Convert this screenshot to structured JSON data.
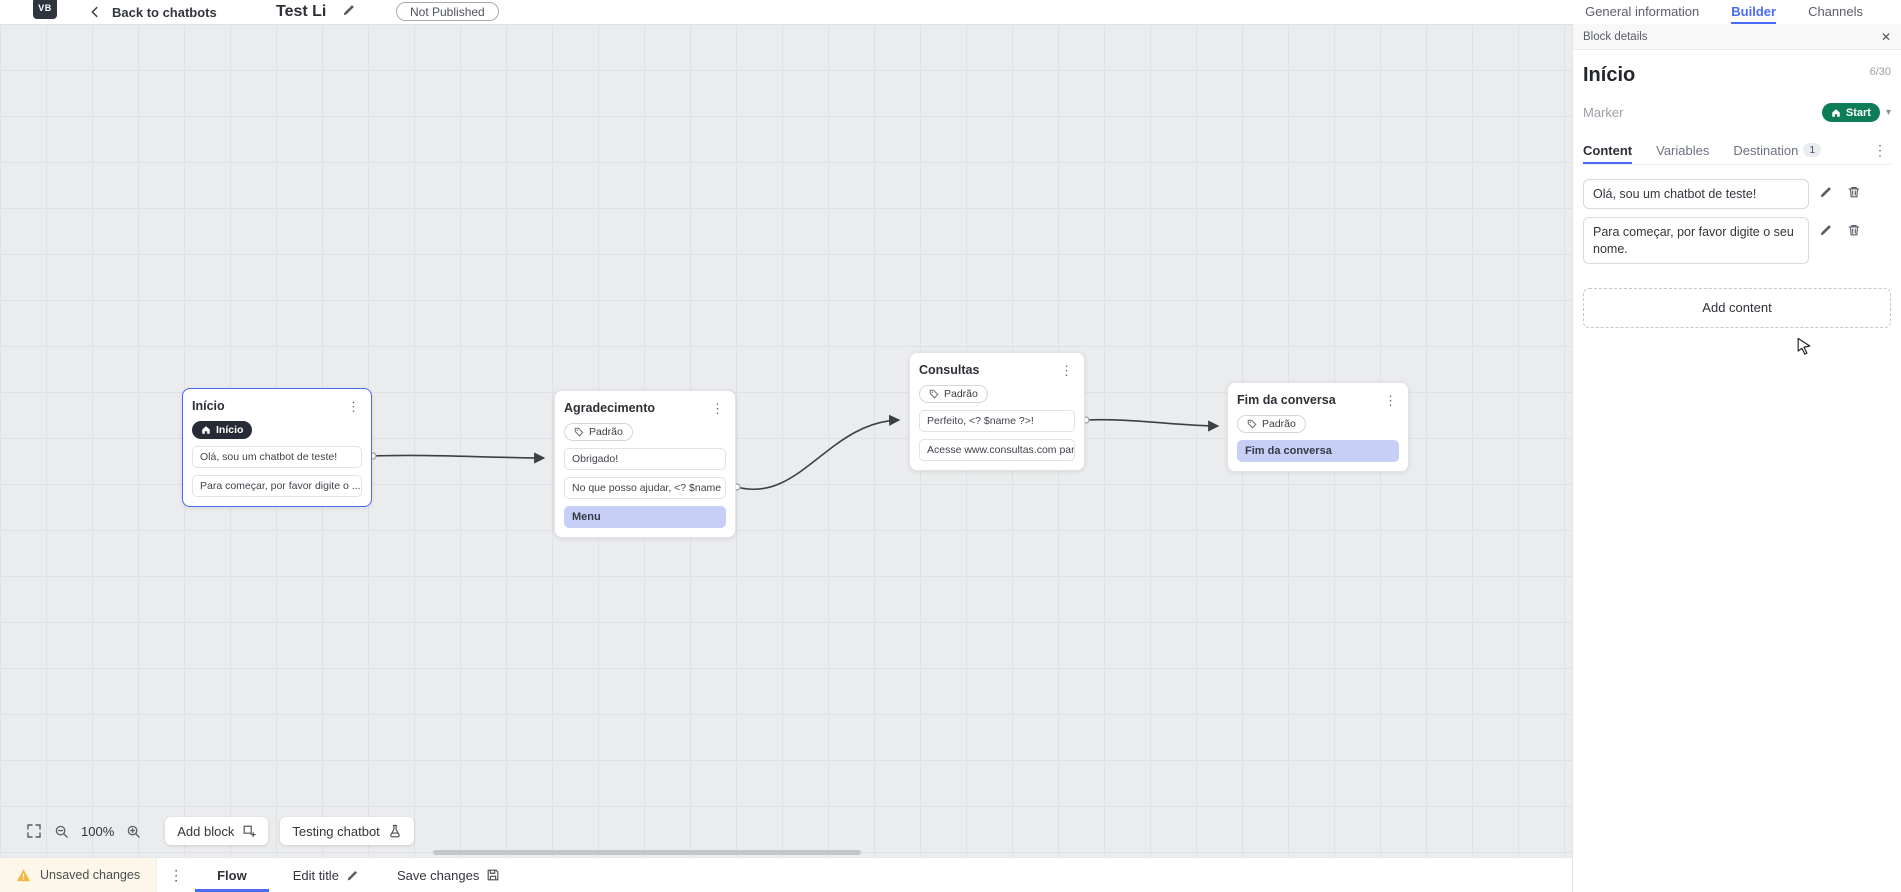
{
  "colors": {
    "accent": "#4b6bf5",
    "start_badge_green": "#0d7d55",
    "node_marker_dark": "#262b36",
    "menu_item_bg": "#c7cff7",
    "warning_yellow": "#f3b63f",
    "canvas_bg": "#ebeced"
  },
  "icons": {
    "kebab": "⋮",
    "close": "✕",
    "chevron_down": "▾"
  },
  "topbar": {
    "back_label": "Back to chatbots",
    "title": "Test Li",
    "status_badge": "Not Published",
    "tabs": [
      {
        "label": "General information"
      },
      {
        "label": "Builder"
      },
      {
        "label": "Channels"
      }
    ]
  },
  "panel": {
    "header": "Block details",
    "block_name": "Início",
    "char_counter": "6/30",
    "marker_label": "Marker",
    "marker_value": "Start",
    "tabs": [
      {
        "label": "Content"
      },
      {
        "label": "Variables"
      },
      {
        "label": "Destination",
        "badge": "1"
      }
    ],
    "contents": [
      {
        "text": "Olá, sou um chatbot de teste!"
      },
      {
        "text": "Para começar, por favor digite o seu nome."
      }
    ],
    "add_content_label": "Add content"
  },
  "canvas": {
    "nodes": [
      {
        "title": "Início",
        "marker": "Início",
        "messages": [
          "Olá, sou um chatbot de teste!",
          "Para começar, por favor digite o ..."
        ]
      },
      {
        "title": "Agradecimento",
        "badge": "Padrão",
        "messages": [
          "Obrigado!",
          "No que posso ajudar, <? $name ..."
        ],
        "menu_item": "Menu"
      },
      {
        "title": "Consultas",
        "badge": "Padrão",
        "messages": [
          "Perfeito, <? $name ?>!",
          "Acesse www.consultas.com par..."
        ]
      },
      {
        "title": "Fim da conversa",
        "badge": "Padrão",
        "end_item": "Fim da conversa"
      }
    ],
    "controls": {
      "zoom_level": "100%",
      "add_block_label": "Add block",
      "testing_label": "Testing chatbot"
    }
  },
  "bottombar": {
    "unsaved_label": "Unsaved changes",
    "flow_tab": "Flow",
    "edit_title_label": "Edit title",
    "save_label": "Save changes"
  }
}
